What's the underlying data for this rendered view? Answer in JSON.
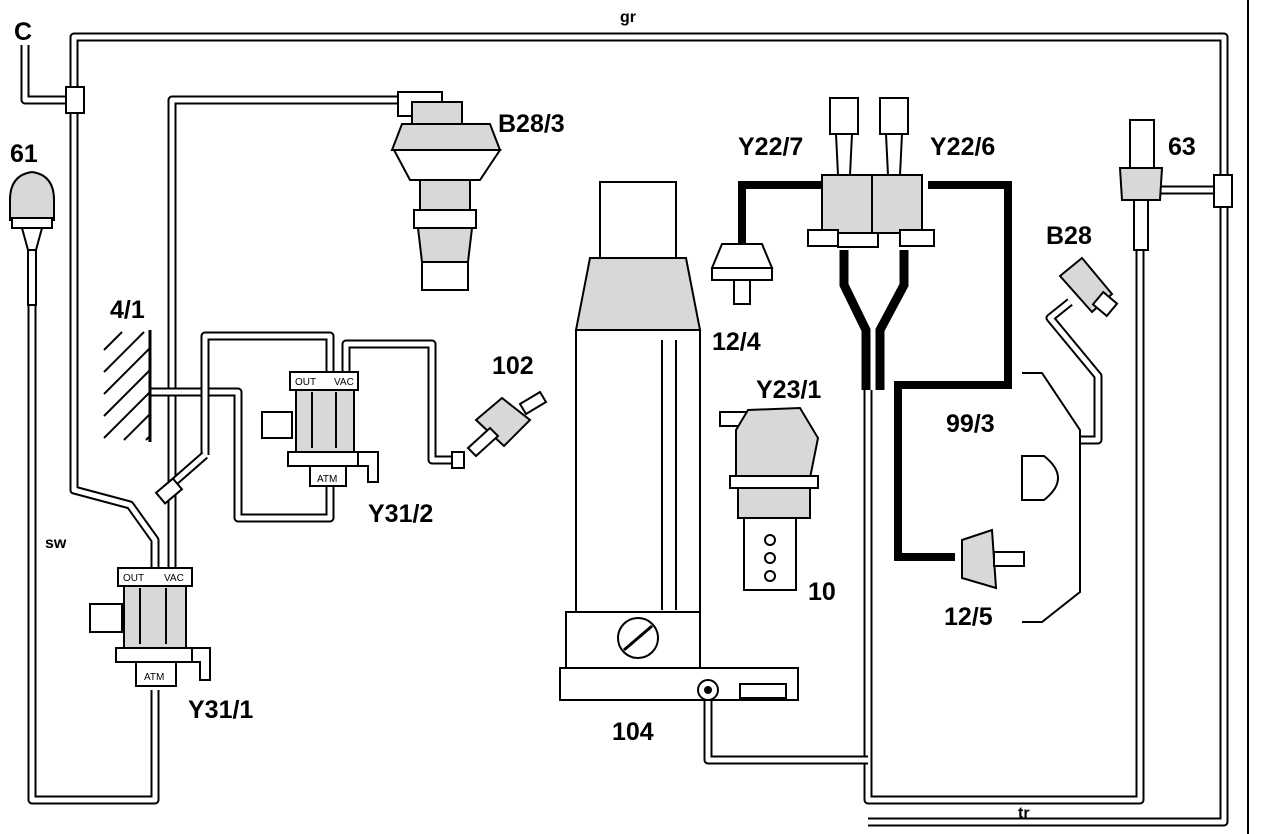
{
  "labels": {
    "c": "C",
    "gr": "gr",
    "sw": "sw",
    "tr": "tr",
    "c61": "61",
    "c63": "63",
    "c41": "4/1",
    "c102": "102",
    "c104": "104",
    "c10": "10",
    "b283": "B28/3",
    "b28": "B28",
    "y227": "Y22/7",
    "y226": "Y22/6",
    "c124": "12/4",
    "c125": "12/5",
    "y231": "Y23/1",
    "c993": "99/3",
    "y312": "Y31/2",
    "y311": "Y31/1"
  },
  "valve_ports": {
    "out": "OUT",
    "vac": "VAC",
    "atm": "ATM"
  }
}
